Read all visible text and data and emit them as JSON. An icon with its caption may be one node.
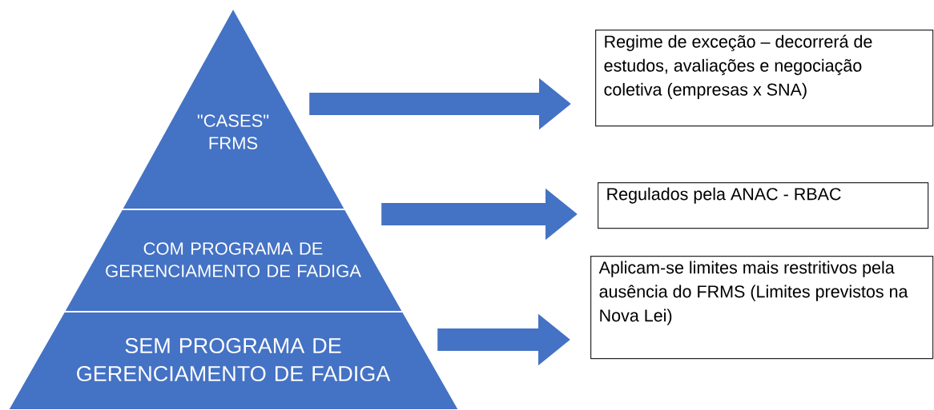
{
  "diagram": {
    "nodes": [
      {
        "text": [
          "\"CASES\" FRMS"
        ]
      },
      {
        "text": [
          "COM PROGRAMA DE GERENCIAMENTO DE FADIGA"
        ]
      },
      {
        "text": [
          "SEM PROGRAMA DE GERENCIAMENTO DE FADIGA"
        ]
      },
      {
        "text": [
          "Regime de exceção – decorrerá de estudos, avaliações e negociação coletiva (empresas x SNA)"
        ]
      },
      {
        "text": [
          "Regulados pela ANAC - RBAC"
        ]
      },
      {
        "text": [
          "Aplicam-se limites mais restritivos pela ausência do FRMS (Limites previstos na Nova Lei)"
        ]
      }
    ],
    "edges": [
      {
        "from": 0,
        "to": 3,
        "arrow": "to"
      },
      {
        "from": 1,
        "to": 4,
        "arrow": "to"
      },
      {
        "from": 2,
        "to": 5,
        "arrow": "to"
      }
    ]
  }
}
